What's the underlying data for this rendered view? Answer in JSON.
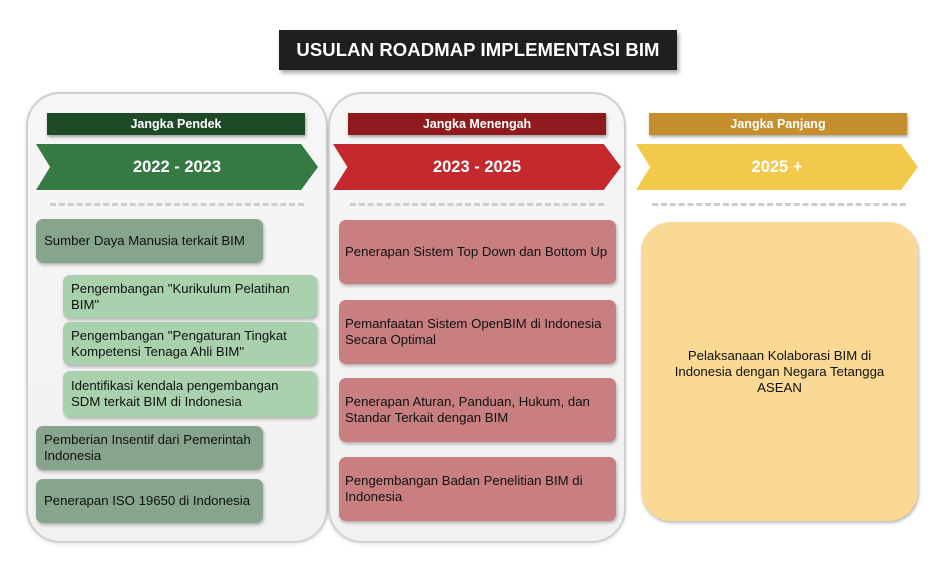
{
  "title": "USULAN ROADMAP IMPLEMENTASI BIM",
  "columns": [
    {
      "label": "Jangka Pendek",
      "period": "2022 - 2023",
      "colors": {
        "label": "#1e4a28",
        "chevron": "#357a43"
      },
      "items": [
        {
          "text": "Sumber Daya Manusia terkait BIM",
          "level": 1
        },
        {
          "text": "Pengembangan \"Kurikulum Pelatihan BIM\"",
          "level": 2
        },
        {
          "text": "Pengembangan \"Pengaturan Tingkat Kompetensi Tenaga Ahli BIM\"",
          "level": 2
        },
        {
          "text": "Identifikasi kendala pengembangan SDM terkait BIM di Indonesia",
          "level": 2
        },
        {
          "text": "Pemberian Insentif dari Pemerintah Indonesia",
          "level": 1
        },
        {
          "text": "Penerapan ISO 19650 di Indonesia",
          "level": 1
        }
      ]
    },
    {
      "label": "Jangka Menengah",
      "period": "2023 - 2025",
      "colors": {
        "label": "#8e1a1d",
        "chevron": "#c3292d"
      },
      "items": [
        {
          "text": "Penerapan Sistem Top Down dan Bottom Up"
        },
        {
          "text": "Pemanfaatan Sistem OpenBIM di Indonesia Secara Optimal"
        },
        {
          "text": "Penerapan Aturan, Panduan, Hukum, dan Standar Terkait dengan BIM"
        },
        {
          "text": "Pengembangan Badan Penelitian BIM di Indonesia"
        }
      ]
    },
    {
      "label": "Jangka Panjang",
      "period": "2025 +",
      "colors": {
        "label": "#c48f2c",
        "chevron": "#f2c94a"
      },
      "items": [
        {
          "text": "Pelaksanaan Kolaborasi BIM di Indonesia dengan Negara Tetangga ASEAN"
        }
      ]
    }
  ]
}
